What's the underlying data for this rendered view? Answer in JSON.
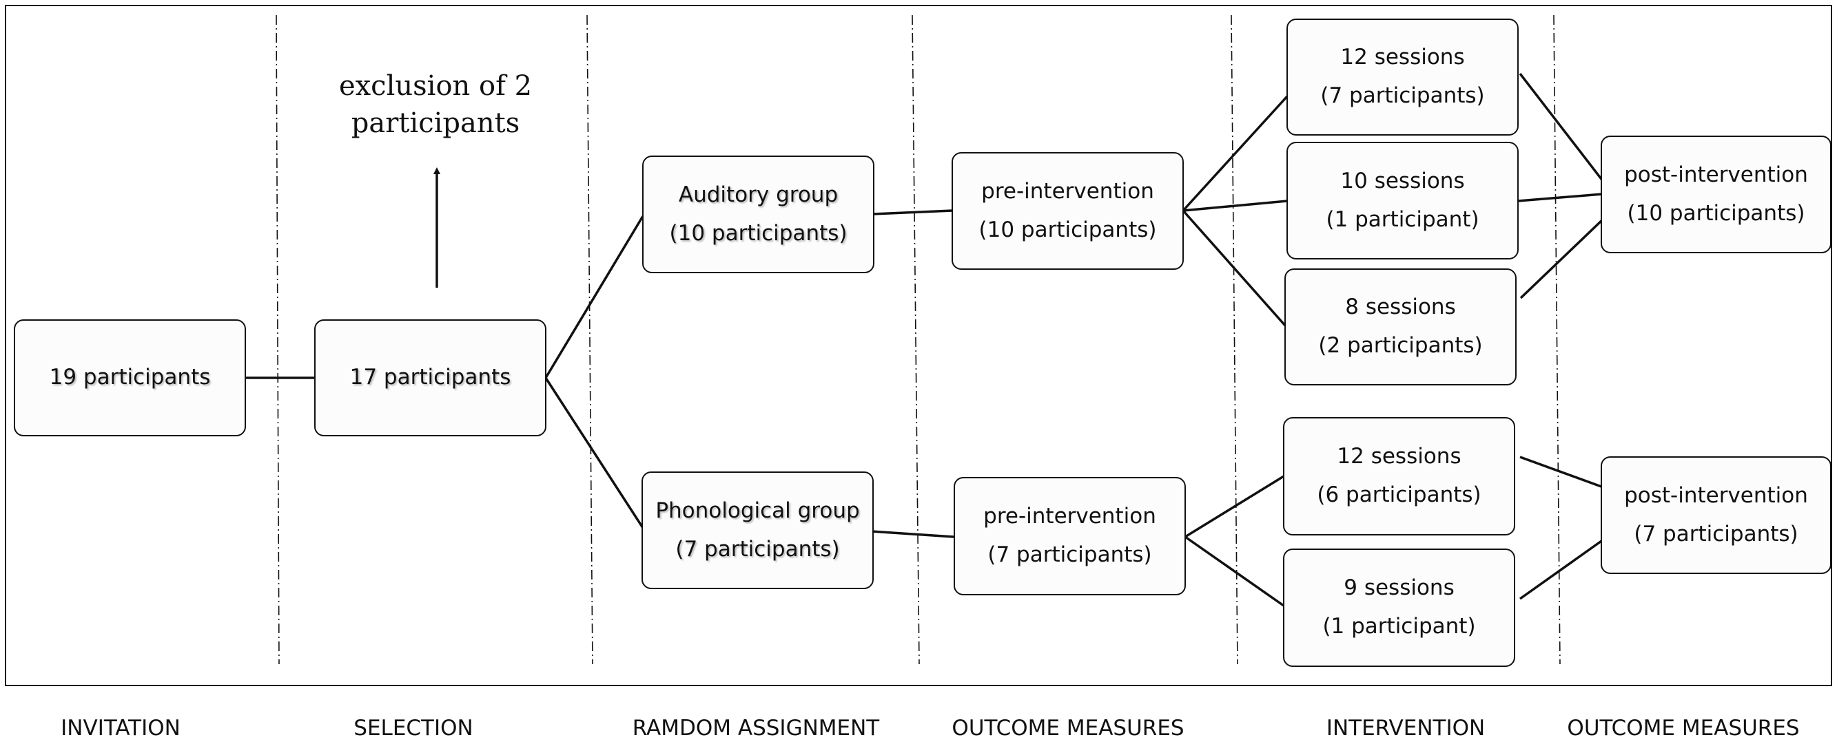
{
  "exclusion_note": {
    "line1": "exclusion of 2",
    "line2": "participants"
  },
  "boxes": {
    "invitation": "19 participants",
    "selection": "17 participants",
    "auditory_group": {
      "label": "Auditory group",
      "count": "(10 participants)"
    },
    "phonological_group": {
      "label": "Phonological group",
      "count": "(7 participants)"
    },
    "pre_auditory": {
      "label": "pre-intervention",
      "count": "(10 participants)"
    },
    "pre_phonological": {
      "label": "pre-intervention",
      "count": "(7 participants)"
    },
    "aud_12": {
      "label": "12 sessions",
      "count": "(7 participants)"
    },
    "aud_10": {
      "label": "10 sessions",
      "count": "(1 participant)"
    },
    "aud_8": {
      "label": "8 sessions",
      "count": "(2 participants)"
    },
    "pho_12": {
      "label": "12 sessions",
      "count": "(6 participants)"
    },
    "pho_9": {
      "label": "9 sessions",
      "count": "(1 participant)"
    },
    "post_auditory": {
      "label": "post-intervention",
      "count": "(10 participants)"
    },
    "post_phonological": {
      "label": "post-intervention",
      "count": "(7 participants)"
    }
  },
  "stages": [
    "INVITATION",
    "SELECTION",
    "RAMDOM ASSIGNMENT",
    "OUTCOME MEASURES",
    "INTERVENTION",
    "OUTCOME MEASURES"
  ]
}
